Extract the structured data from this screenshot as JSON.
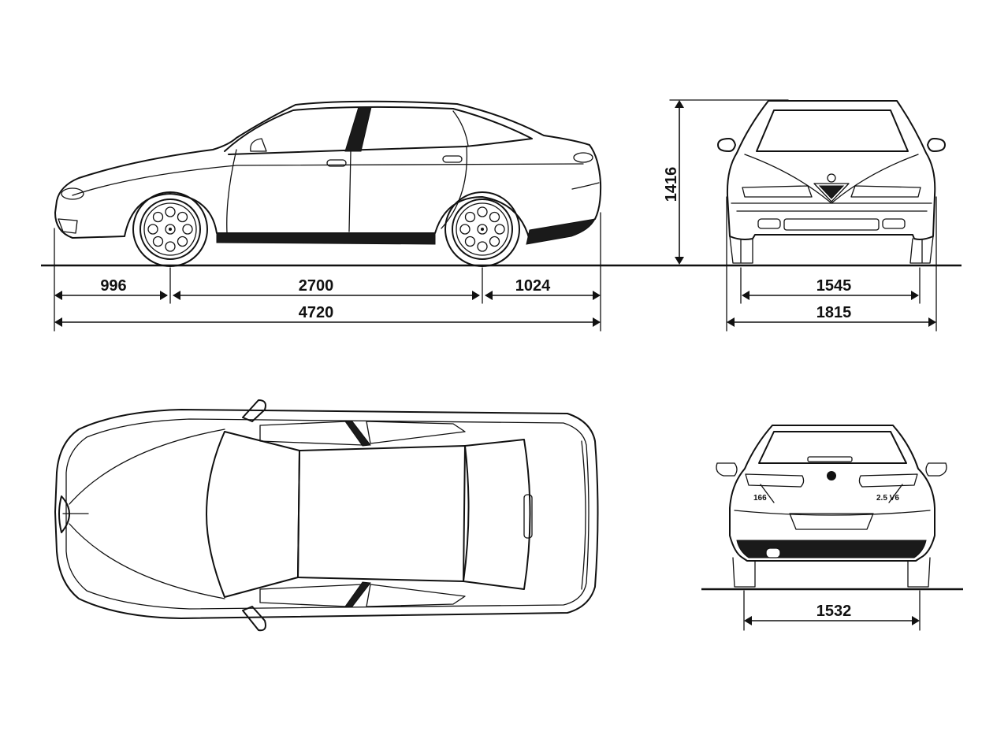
{
  "dimensions": {
    "front_overhang": "996",
    "wheelbase": "2700",
    "rear_overhang": "1024",
    "overall_length": "4720",
    "height": "1416",
    "front_track": "1545",
    "overall_width": "1815",
    "rear_track": "1532"
  },
  "badges": {
    "model": "166",
    "engine": "2.5 V6"
  }
}
